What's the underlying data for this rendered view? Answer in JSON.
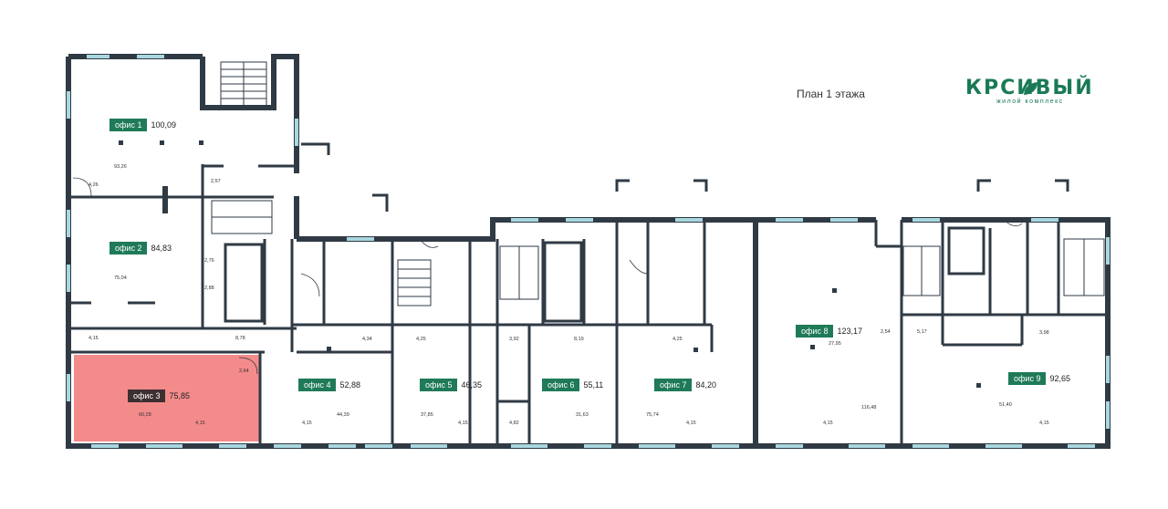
{
  "header": {
    "title": "План 1 этажа",
    "logo_word": "КРСИВЫЙ",
    "logo_sub": "жилой комплекс"
  },
  "colors": {
    "wall": "#2f3a44",
    "accent": "#1f7a57",
    "selected_fill": "#f48b8b",
    "window": "#a9d7e0"
  },
  "offices": [
    {
      "label": "офис 1",
      "area": "100,09"
    },
    {
      "label": "офис 2",
      "area": "84,83"
    },
    {
      "label": "офис 3",
      "area": "75,85",
      "selected": true
    },
    {
      "label": "офис 4",
      "area": "52,88"
    },
    {
      "label": "офис 5",
      "area": "46,35"
    },
    {
      "label": "офис 6",
      "area": "55,11"
    },
    {
      "label": "офис 7",
      "area": "84,20"
    },
    {
      "label": "офис 8",
      "area": "123,17"
    },
    {
      "label": "офис 9",
      "area": "92,65"
    }
  ],
  "room_areas": [
    "93,26",
    "4,26",
    "2,57",
    "2,76",
    "75,04",
    "2,88",
    "4,15",
    "8,78",
    "2,64",
    "60,28",
    "4,15",
    "4,15",
    "44,39",
    "4,34",
    "4,25",
    "37,85",
    "4,15",
    "3,92",
    "8,19",
    "4,82",
    "31,63",
    "4,25",
    "75,74",
    "4,15",
    "2,54",
    "5,17",
    "27,95",
    "116,48",
    "4,15",
    "3,98",
    "51,40",
    "4,15"
  ]
}
